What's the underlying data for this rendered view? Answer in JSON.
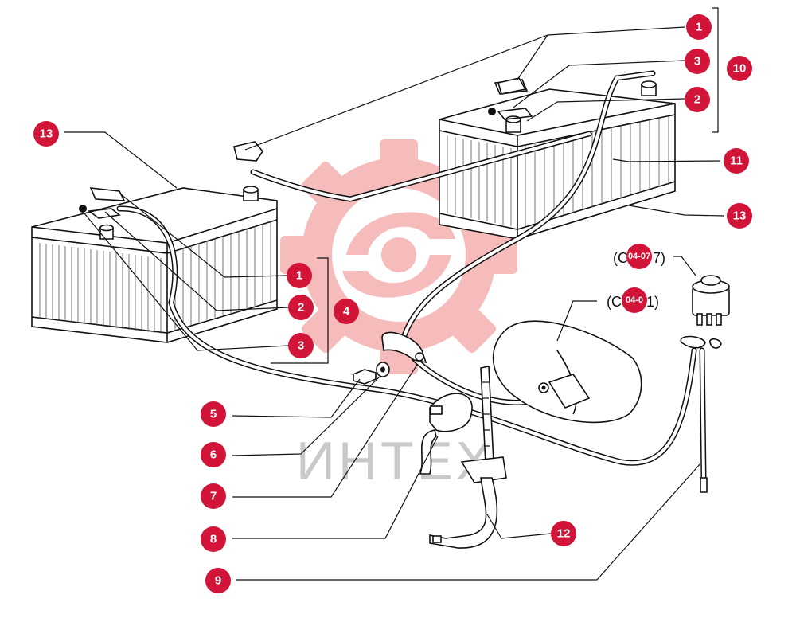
{
  "watermark": {
    "text": "ИНТЕХ",
    "color": "#f4a6a6"
  },
  "colors": {
    "badge": "#d11438",
    "badge_text": "#ffffff",
    "line": "#111111"
  },
  "callouts": [
    {
      "id": "c1a",
      "label": "1"
    },
    {
      "id": "c3a",
      "label": "3"
    },
    {
      "id": "c10",
      "label": "10"
    },
    {
      "id": "c2a",
      "label": "2"
    },
    {
      "id": "c11",
      "label": "11"
    },
    {
      "id": "c13a",
      "label": "13"
    },
    {
      "id": "c13b",
      "label": "13"
    },
    {
      "id": "c1b",
      "label": "1"
    },
    {
      "id": "c4",
      "label": "4"
    },
    {
      "id": "c2b",
      "label": "2"
    },
    {
      "id": "c3b",
      "label": "3"
    },
    {
      "id": "c5",
      "label": "5"
    },
    {
      "id": "c6",
      "label": "6"
    },
    {
      "id": "c7",
      "label": "7"
    },
    {
      "id": "c8",
      "label": "8"
    },
    {
      "id": "c12",
      "label": "12"
    },
    {
      "id": "c9",
      "label": "9"
    }
  ],
  "references": [
    {
      "id": "ref-switch",
      "open": "(C",
      "badge": "04-07",
      "close": "7)"
    },
    {
      "id": "ref-starter",
      "open": "(C",
      "badge": "04-0",
      "close": "1)"
    }
  ]
}
